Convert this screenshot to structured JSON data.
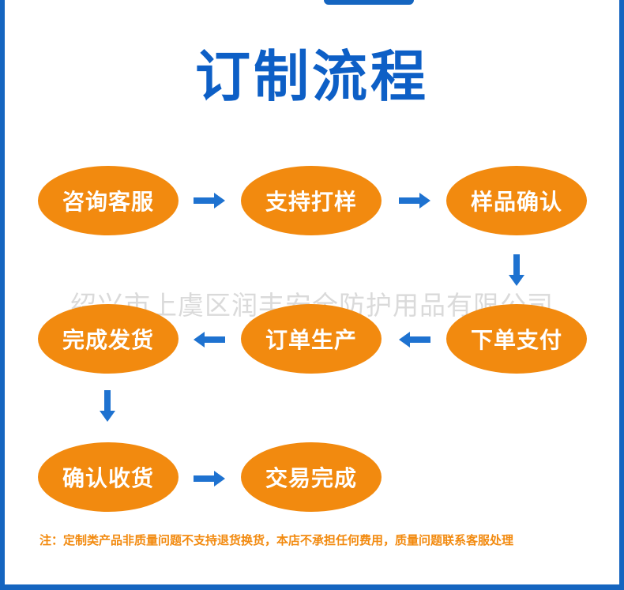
{
  "title": "订制流程",
  "watermark": "绍兴市上虞区润丰安全防护用品有限公司",
  "steps": [
    {
      "label": "咨询客服"
    },
    {
      "label": "支持打样"
    },
    {
      "label": "样品确认"
    },
    {
      "label": "下单支付"
    },
    {
      "label": "订单生产"
    },
    {
      "label": "完成发货"
    },
    {
      "label": "确认收货"
    },
    {
      "label": "交易完成"
    }
  ],
  "note": "注：定制类产品非质量问题不支持退货换货，本店不承担任何费用，质量问题联系客服处理",
  "colors": {
    "frame": "#1565c0",
    "title": "#0d5fc6",
    "node": "#f28a0f",
    "arrow": "#1e72d0",
    "note": "#f28a0f"
  }
}
